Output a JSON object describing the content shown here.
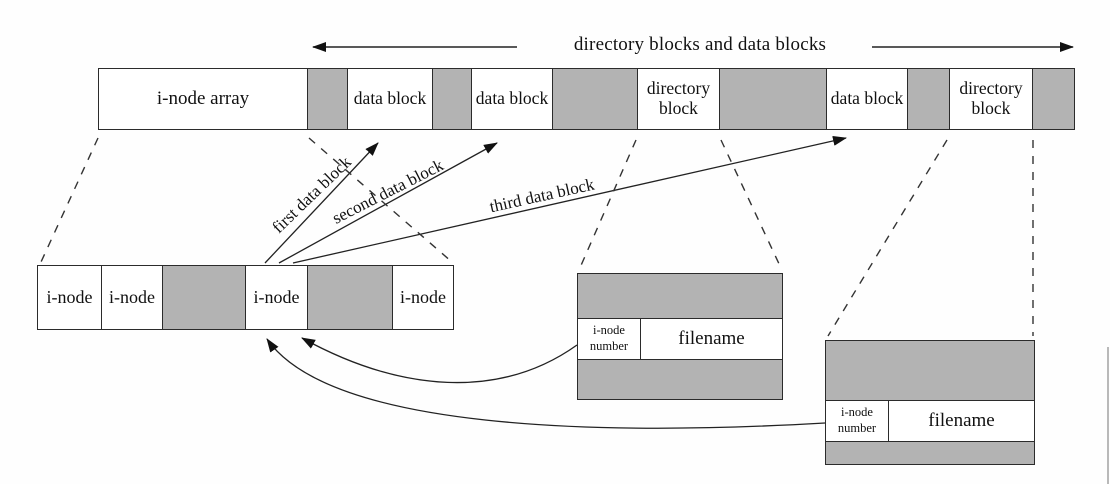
{
  "header": {
    "arrow_label": "directory blocks and data blocks"
  },
  "disk_row": {
    "cells": [
      "i-node array",
      "",
      "data block",
      "",
      "data block",
      "",
      "directory block",
      "",
      "data block",
      "",
      "directory block",
      ""
    ]
  },
  "pointer_arrows": {
    "first": "first data block",
    "second": "second data block",
    "third": "third data block"
  },
  "inode_row": {
    "cells": [
      "i-node",
      "i-node",
      "",
      "i-node",
      "",
      "i-node"
    ]
  },
  "dir_entry_mid": {
    "inode_number": "i-node number",
    "filename": "filename"
  },
  "dir_entry_bottom": {
    "inode_number": "i-node number",
    "filename": "filename"
  },
  "colors": {
    "block_gray": "#b3b3b3",
    "line": "#2b2b2b",
    "bg": "#fefefe"
  }
}
